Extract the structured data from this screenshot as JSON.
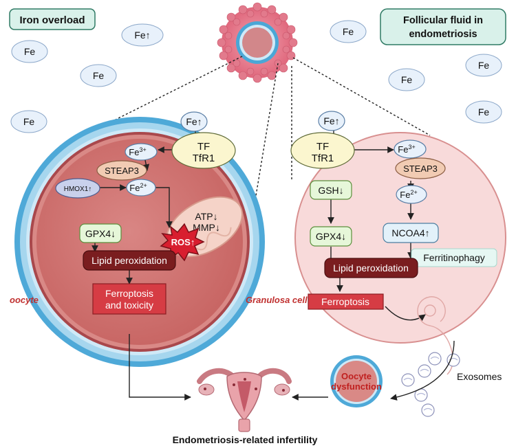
{
  "title_boxes": {
    "iron_overload": "Iron overload",
    "follicular_fluid_line1": "Follicular fluid in",
    "follicular_fluid_line2": "endometriosis"
  },
  "free_iron": {
    "fe": "Fe",
    "fe_up": "Fe↑"
  },
  "oocyte_panel": {
    "cell_label": "oocyte",
    "fe_up": "Fe↑",
    "tf": "TF",
    "tfr1": "TfR1",
    "fe3": "Fe",
    "fe3_sup": "3+",
    "steap3": "STEAP3",
    "hmox1": "HMOX1↑",
    "fe2": "Fe",
    "fe2_sup": "2+",
    "atp": "ATP↓",
    "mmp": "MMP↓",
    "ros": "ROS↑",
    "gpx4": "GPX4↓",
    "lipid": "Lipid peroxidation",
    "ferro_line1": "Ferroptosis",
    "ferro_line2": "and toxicity"
  },
  "granulosa_panel": {
    "cell_label": "Granulosa cell",
    "fe_up": "Fe↑",
    "tf": "TF",
    "tfr1": "TfR1",
    "fe3": "Fe",
    "fe3_sup": "3+",
    "steap3": "STEAP3",
    "fe2": "Fe",
    "fe2_sup": "2+",
    "gsh": "GSH↓",
    "gpx4": "GPX4↓",
    "ncoa4": "NCOA4↑",
    "ferritinophagy": "Ferritinophagy",
    "lipid": "Lipid peroxidation",
    "ferroptosis": "Ferroptosis"
  },
  "bottom": {
    "oocyte_dys_line1": "Oocyte",
    "oocyte_dys_line2": "dysfunction",
    "exosomes": "Exosomes",
    "outcome": "Endometriosis-related infertility"
  }
}
